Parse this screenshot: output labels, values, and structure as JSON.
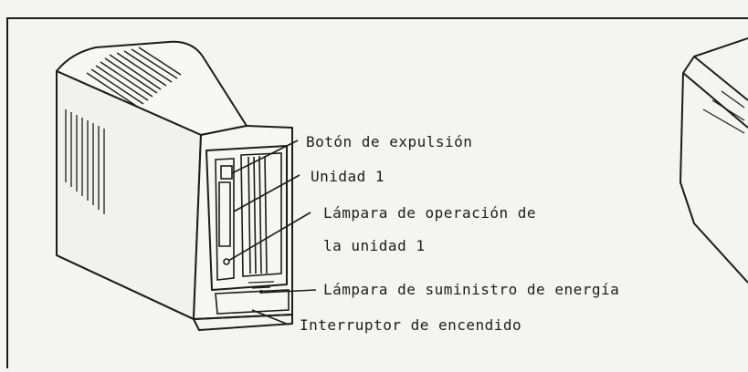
{
  "labels": {
    "eject_button": "Botón de expulsión",
    "drive1": "Unidad 1",
    "drive1_lamp_line1": "Lámpara de operación de",
    "drive1_lamp_line2": "la unidad 1",
    "power_lamp": "Lámpara de suministro de energía",
    "power_switch": "Interruptor de encendido"
  },
  "colors": {
    "ink": "#1c1c1c",
    "paper": "#f4f4f2"
  }
}
